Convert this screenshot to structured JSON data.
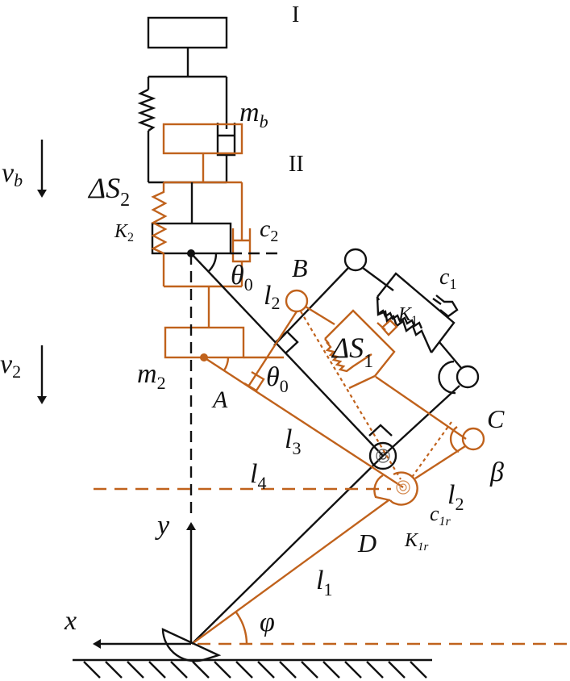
{
  "colors": {
    "black": "#111111",
    "orange": "#c0621c"
  },
  "labels": {
    "stage_1": "I",
    "stage_2": "II",
    "m_b": "m",
    "m_b_sub": "b",
    "v_b": "v",
    "v_b_sub": "b",
    "v_2": "v",
    "v_2_sub": "2",
    "delta_s2": "ΔS",
    "delta_s2_sub": "2",
    "k2": "K",
    "k2_sub": "2",
    "c2": "c",
    "c2_sub": "2",
    "theta0_top": "θ",
    "theta0_top_sub": "0",
    "b": "B",
    "l2_top": "l",
    "l2_top_sub": "2",
    "c1": "c",
    "c1_sub": "1",
    "k1": "K",
    "k1_sub": "1",
    "delta_s1": "ΔS",
    "delta_s1_sub": "1",
    "m2": "m",
    "m2_sub": "2",
    "theta0_low": "θ",
    "theta0_low_sub": "0",
    "a": "A",
    "c": "C",
    "l3": "l",
    "l3_sub": "3",
    "beta": "β",
    "l4": "l",
    "l4_sub": "4",
    "l2_low": "l",
    "l2_low_sub": "2",
    "c1r": "c",
    "c1r_sub": "1r",
    "k1r": "K",
    "k1r_sub": "1r",
    "d": "D",
    "y_axis": "y",
    "l1": "l",
    "l1_sub": "1",
    "x_axis": "x",
    "phi": "φ"
  }
}
